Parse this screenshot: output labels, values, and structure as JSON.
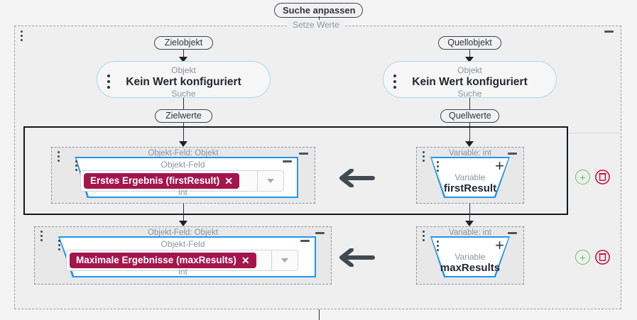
{
  "diagram": {
    "title_pill": "Suche anpassen",
    "group": {
      "title": "Setze Werte",
      "collapse_icon": "minus-icon",
      "drag_handle_icon": "drag-dots-icon"
    },
    "ports": {
      "target_object": "Zielobjekt",
      "source_object": "Quellobjekt",
      "target_values": "Zielwerte",
      "source_values": "Quellwerte"
    },
    "object_nodes": [
      {
        "side": "left",
        "label": "Objekt",
        "value": "Kein Wert konfiguriert",
        "sublabel": "Suche",
        "menu_icon": "kebab-menu-icon"
      },
      {
        "side": "right",
        "label": "Objekt",
        "value": "Kein Wert konfiguriert",
        "sublabel": "Suche",
        "menu_icon": "kebab-menu-icon"
      }
    ],
    "mappings": [
      {
        "selected": true,
        "left": {
          "outer_title": "Objekt-Feld: Objekt",
          "inner_title": "Objekt-Feld",
          "chip": "Erstes Ergebnis (firstResult)",
          "chip_remove_icon": "x-icon",
          "dropdown_icon": "chevron-down-icon",
          "type": "int",
          "collapse_icon": "minus-icon"
        },
        "arrow_icon": "arrow-left-icon",
        "right": {
          "outer_title": "Variable: int",
          "inner_title": "Variable",
          "value": "firstResult",
          "expand_icon": "plus-icon",
          "collapse_icon": "minus-icon"
        },
        "actions": {
          "add_icon": "add-circle-icon",
          "delete_icon": "delete-circle-icon"
        }
      },
      {
        "selected": false,
        "left": {
          "outer_title": "Objekt-Feld: Objekt",
          "inner_title": "Objekt-Feld",
          "chip": "Maximale Ergebnisse (maxResults)",
          "chip_remove_icon": "x-icon",
          "dropdown_icon": "chevron-down-icon",
          "type": "int",
          "collapse_icon": "minus-icon"
        },
        "arrow_icon": "arrow-left-icon",
        "right": {
          "outer_title": "Variable: int",
          "inner_title": "Variable",
          "value": "maxResults",
          "expand_icon": "plus-icon",
          "collapse_icon": "minus-icon"
        },
        "actions": {
          "add_icon": "add-circle-icon",
          "delete_icon": "delete-circle-icon"
        }
      }
    ],
    "colors": {
      "chip": "#a4154c",
      "node_border": "#a8d9ec",
      "trap_border": "#2196ec",
      "add": "#5fc45f",
      "delete": "#c2173f",
      "arrow": "#414952",
      "muted_text": "#8d949d"
    }
  }
}
